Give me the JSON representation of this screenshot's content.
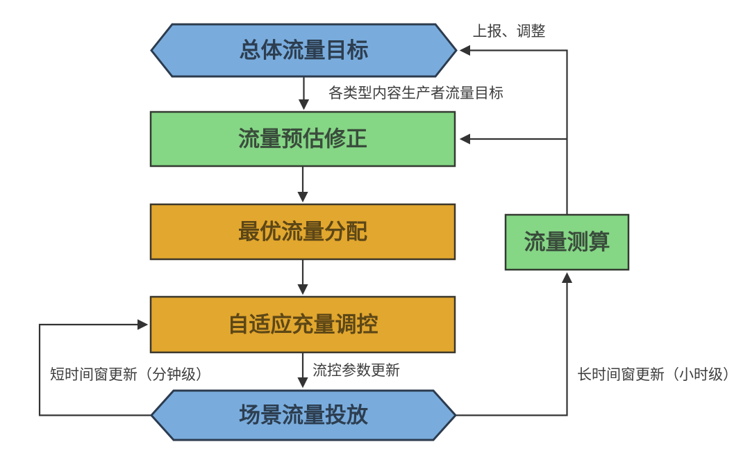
{
  "nodes": {
    "overall_target": {
      "label": "总体流量目标",
      "shape": "hexagon",
      "fill": "#79acdd",
      "text_color": "#2d3e50"
    },
    "forecast_correction": {
      "label": "流量预估修正",
      "shape": "rect",
      "fill": "#85d685",
      "text_color": "#3a4c3c"
    },
    "optimal_allocation": {
      "label": "最优流量分配",
      "shape": "rect",
      "fill": "#e2a72e",
      "text_color": "#5d4717"
    },
    "adaptive_control": {
      "label": "自适应充量调控",
      "shape": "rect",
      "fill": "#e2a72e",
      "text_color": "#5d4717"
    },
    "scene_delivery": {
      "label": "场景流量投放",
      "shape": "hexagon",
      "fill": "#79acdd",
      "text_color": "#2d3e50"
    },
    "traffic_measurement": {
      "label": "流量测算",
      "shape": "rect",
      "fill": "#85d685",
      "text_color": "#3a4c3c"
    }
  },
  "edge_labels": {
    "report_adjust": "上报、调整",
    "producer_targets": "各类型内容生产者流量目标",
    "flow_params": "流控参数更新",
    "short_window": "短时间窗更新（分钟级）",
    "long_window": "长时间窗更新（小时级）"
  },
  "colors": {
    "background": "#ffffff",
    "line": "#333333",
    "node_blue": "#79acdd",
    "node_green": "#85d685",
    "node_orange": "#e2a72e",
    "blue_border": "#2c3b4e",
    "label_text": "#3d3d3d"
  }
}
